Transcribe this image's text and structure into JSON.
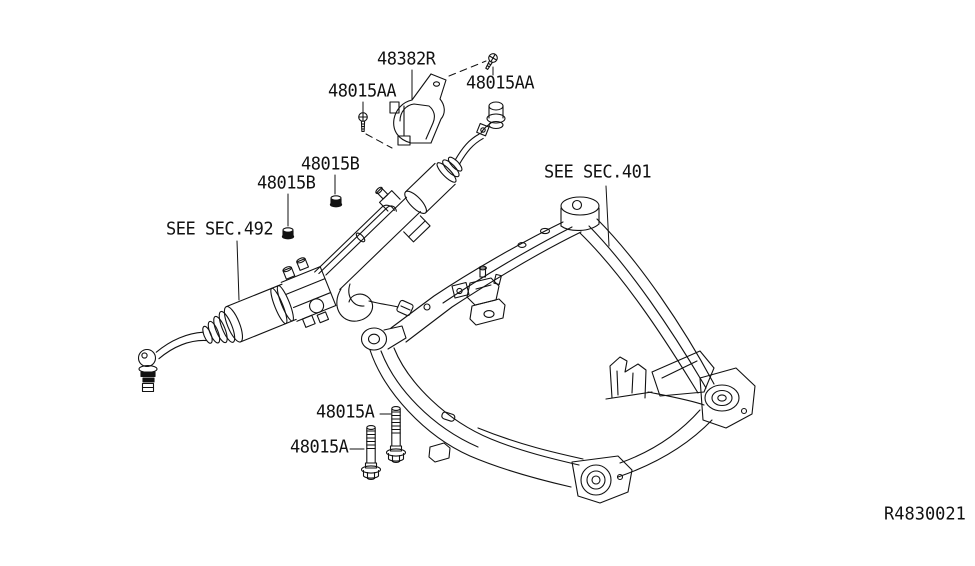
{
  "diagram": {
    "title": "Steering gear and front suspension member parts diagram",
    "background_color": "#ffffff",
    "line_color": "#121212",
    "reference_code": "R4830021",
    "labels": {
      "bracket": "48382R",
      "screw_aa_left": "48015AA",
      "screw_aa_right": "48015AA",
      "nut_b_top": "48015B",
      "nut_b_left": "48015B",
      "see_sec_492": "SEE SEC.492",
      "see_sec_401": "SEE SEC.401",
      "bolt_a_top": "48015A",
      "bolt_a_bottom": "48015A"
    },
    "parts_shown": [
      {
        "part_number": "48382R",
        "item": "bracket"
      },
      {
        "part_number": "48015AA",
        "item": "screw",
        "count": 2
      },
      {
        "part_number": "48015B",
        "item": "nut",
        "count": 2
      },
      {
        "part_number": "48015A",
        "item": "bolt",
        "count": 2
      },
      {
        "section_ref": "SEE SEC.492",
        "item": "steering gear assembly"
      },
      {
        "section_ref": "SEE SEC.401",
        "item": "front suspension member"
      }
    ]
  }
}
